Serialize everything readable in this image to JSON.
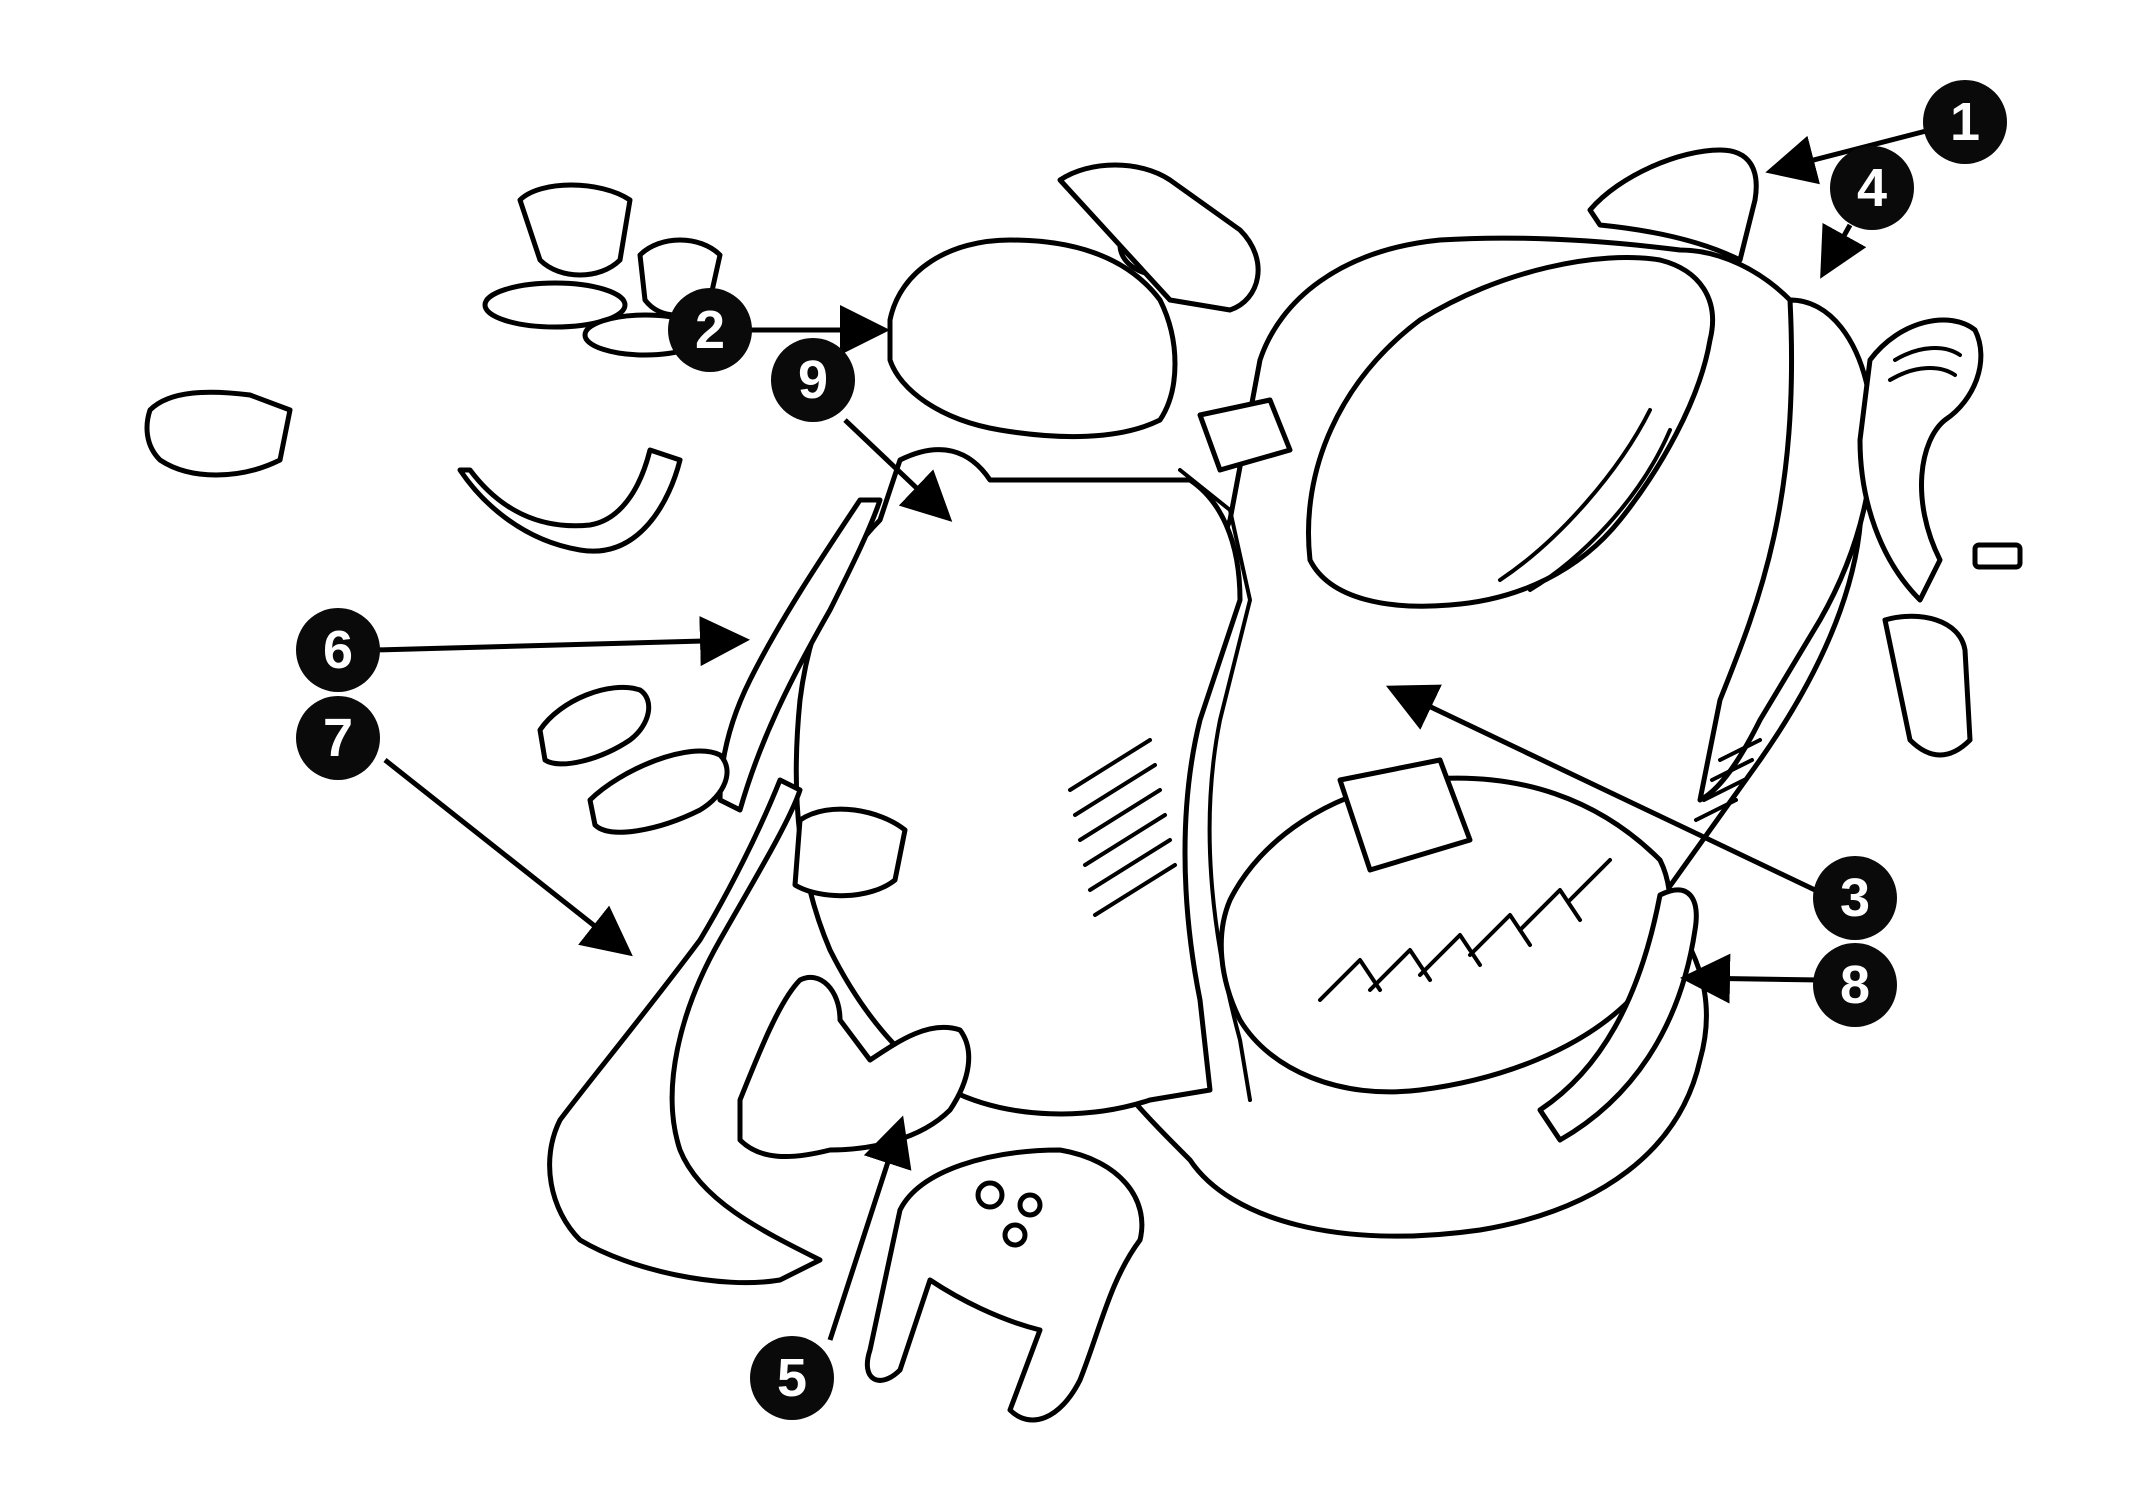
{
  "colors": {
    "ink": "#000000",
    "callout_fill": "#0a0a0a",
    "callout_text": "#ffffff",
    "background": "#ffffff"
  },
  "callouts": [
    {
      "label": "1"
    },
    {
      "label": "2"
    },
    {
      "label": "3"
    },
    {
      "label": "4"
    },
    {
      "label": "5"
    },
    {
      "label": "6"
    },
    {
      "label": "7"
    },
    {
      "label": "8"
    },
    {
      "label": "9"
    }
  ]
}
